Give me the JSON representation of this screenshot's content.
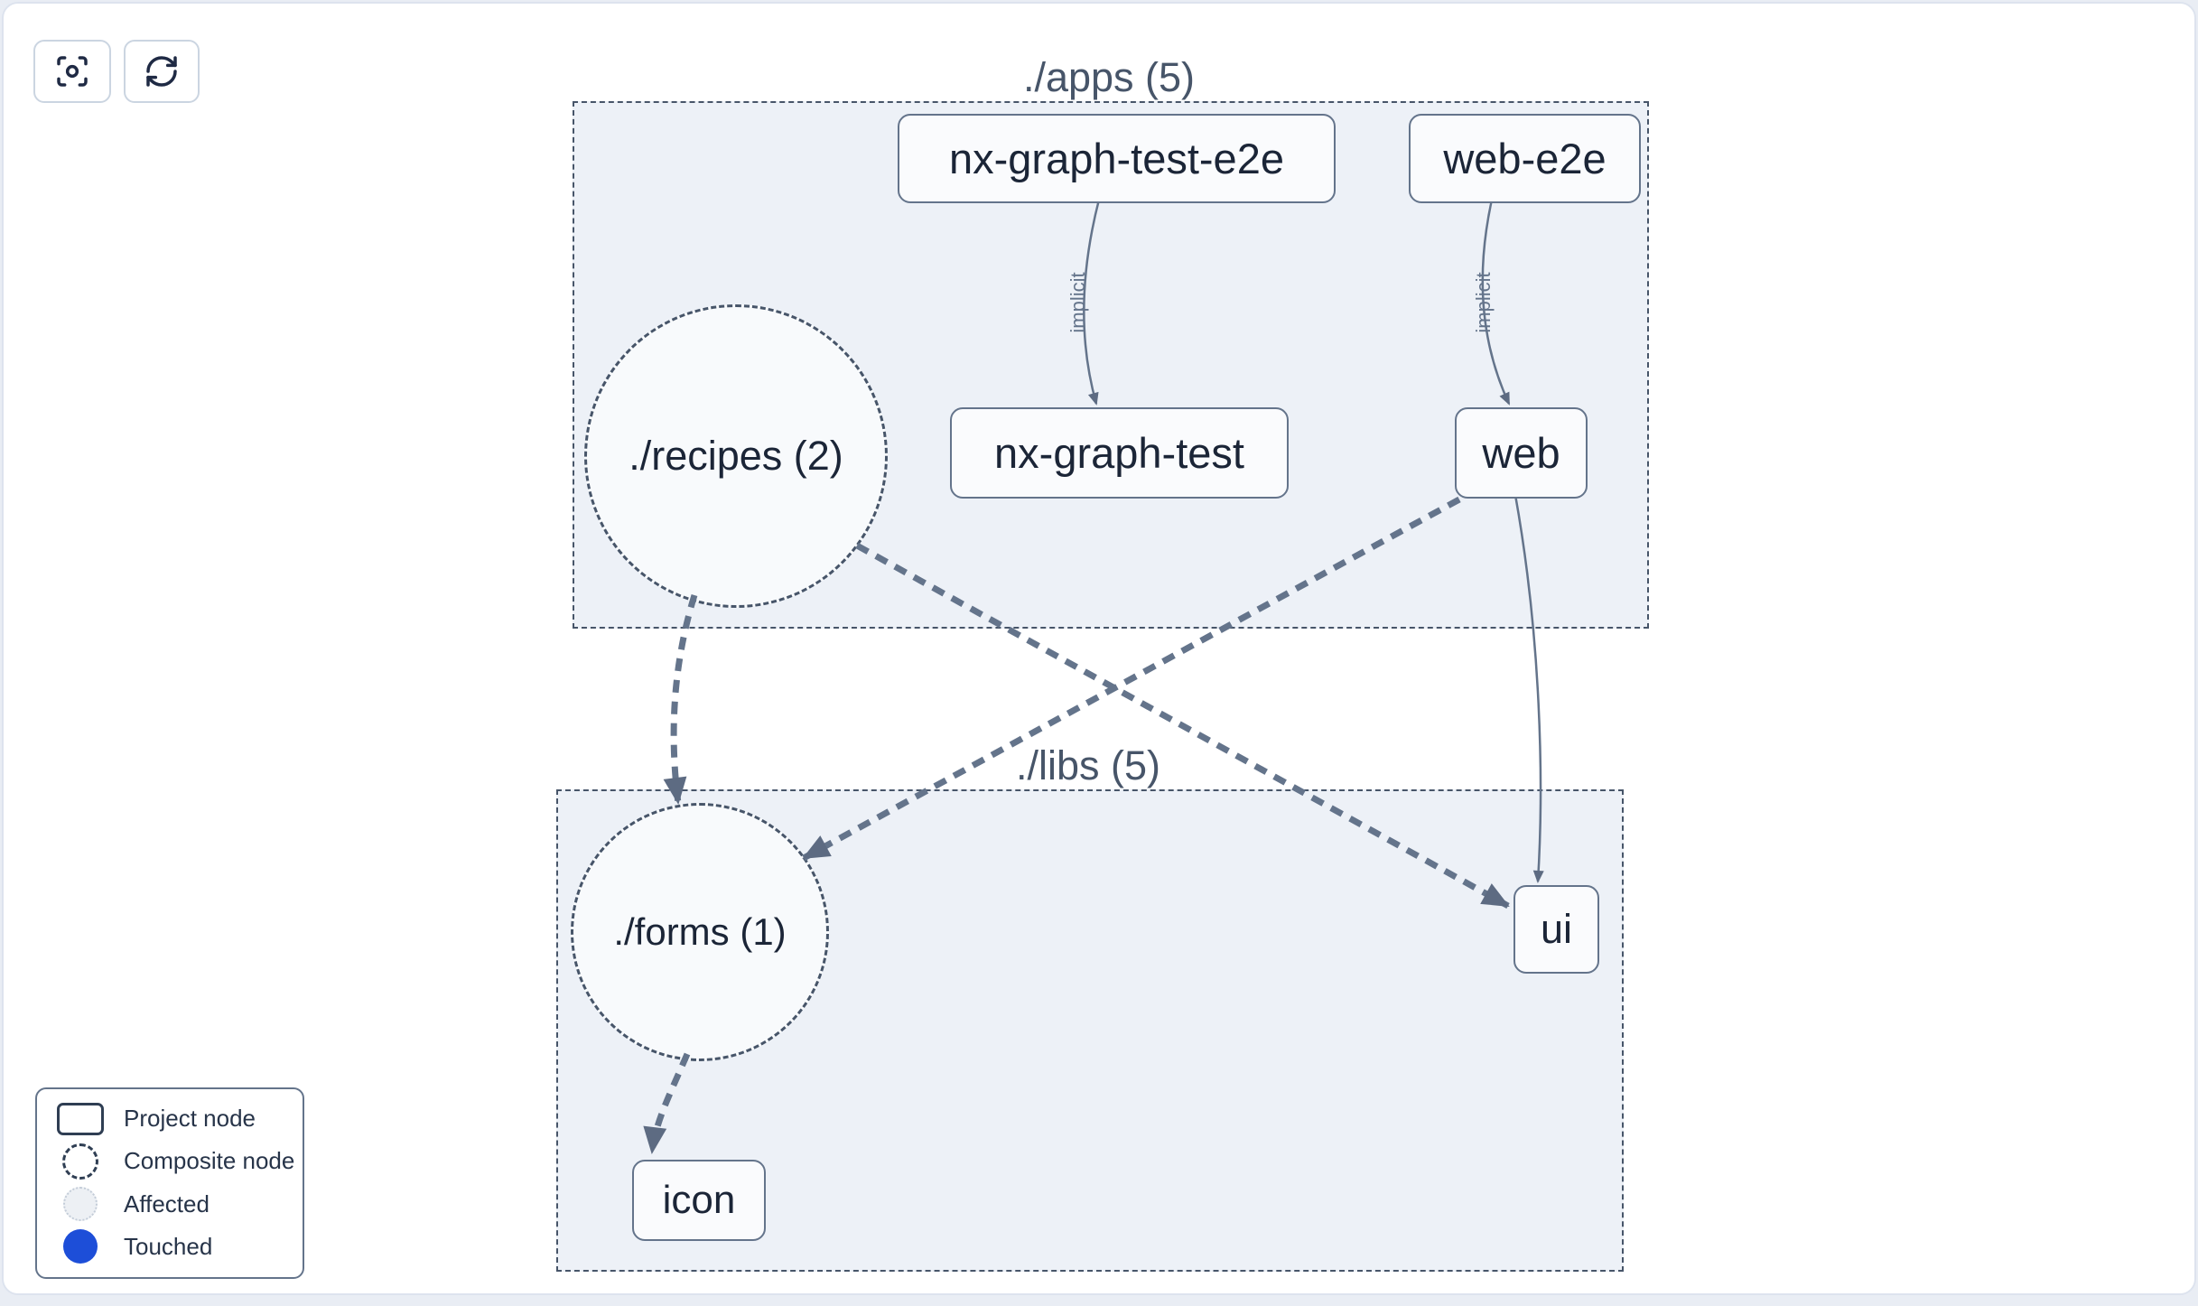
{
  "toolbar": {
    "buttons": [
      {
        "name": "focus",
        "icon": "focus-icon"
      },
      {
        "name": "refresh",
        "icon": "refresh-icon"
      }
    ]
  },
  "graph": {
    "groups": [
      {
        "id": "apps",
        "label": "./apps (5)"
      },
      {
        "id": "libs",
        "label": "./libs (5)"
      }
    ],
    "composites": [
      {
        "id": "recipes",
        "label": "./recipes (2)",
        "group": "apps"
      },
      {
        "id": "forms",
        "label": "./forms (1)",
        "group": "libs"
      }
    ],
    "projects": [
      {
        "id": "nx-graph-test-e2e",
        "label": "nx-graph-test-e2e",
        "group": "apps"
      },
      {
        "id": "web-e2e",
        "label": "web-e2e",
        "group": "apps"
      },
      {
        "id": "nx-graph-test",
        "label": "nx-graph-test",
        "group": "apps"
      },
      {
        "id": "web",
        "label": "web",
        "group": "apps"
      },
      {
        "id": "ui",
        "label": "ui",
        "group": "libs"
      },
      {
        "id": "icon",
        "label": "icon",
        "group": "libs"
      }
    ],
    "edges": [
      {
        "source": "nx-graph-test-e2e",
        "target": "nx-graph-test",
        "label": "implicit",
        "style": "solid-thin"
      },
      {
        "source": "web-e2e",
        "target": "web",
        "label": "implicit",
        "style": "solid-thin"
      },
      {
        "source": "./recipes",
        "target": "./forms",
        "label": "",
        "style": "dashed-thick"
      },
      {
        "source": "./recipes",
        "target": "ui",
        "label": "",
        "style": "dashed-thick"
      },
      {
        "source": "web",
        "target": "./forms",
        "label": "",
        "style": "dashed-thick"
      },
      {
        "source": "web",
        "target": "ui",
        "label": "",
        "style": "solid-thin"
      },
      {
        "source": "./forms",
        "target": "icon",
        "label": "",
        "style": "dashed-thick"
      }
    ]
  },
  "legend": {
    "items": [
      {
        "label": "Project node",
        "type": "project"
      },
      {
        "label": "Composite node",
        "type": "composite"
      },
      {
        "label": "Affected",
        "type": "affected"
      },
      {
        "label": "Touched",
        "type": "touched",
        "style": "background:#1d4ed8"
      }
    ]
  },
  "colors": {
    "group_fill": "#edf1f7",
    "node_fill": "#fafbfd",
    "dashed_stroke": "#475569",
    "edge": "#64748b",
    "text_dark": "#1b2537",
    "group_label": "#475569",
    "touched_blue": "#1d4ed8"
  }
}
